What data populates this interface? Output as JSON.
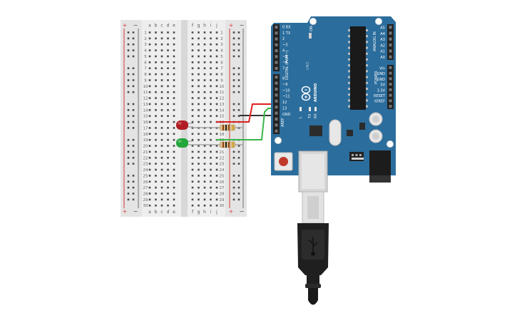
{
  "breadboard": {
    "rows": 30,
    "columns_left": [
      "a",
      "b",
      "c",
      "d",
      "e"
    ],
    "columns_right": [
      "f",
      "g",
      "h",
      "i",
      "j"
    ],
    "rail_plus": "+",
    "rail_minus": "−"
  },
  "arduino": {
    "brand": "ARDUINO",
    "model": "UNO",
    "digital_label": "DIGITAL (PWM~)",
    "analog_label": "ANALOG IN",
    "power_label": "POWER",
    "aref": "AREF",
    "gnd": "GND",
    "on_label": "ON",
    "tx_label": "TX",
    "rx_label": "RX",
    "l_label": "L",
    "digital_pins": [
      "0 RX",
      "1 TX",
      "2",
      "~3",
      "4",
      "~5",
      "~6",
      "7",
      "8",
      "~9",
      "~10",
      "~11",
      "12",
      "13"
    ],
    "analog_pins": [
      "A5",
      "A4",
      "A3",
      "A2",
      "A1",
      "A0"
    ],
    "power_pins": [
      "Vin",
      "GND",
      "GND",
      "5V",
      "3.3V",
      "RESET",
      "IOREF"
    ]
  },
  "components": {
    "led_red_color": "#b01e23",
    "led_green_color": "#24a63a",
    "wire_red_color": "#e02020",
    "wire_green_color": "#3bb54a",
    "wire_black_color": "#333333",
    "board_color": "#2b6d9c"
  }
}
